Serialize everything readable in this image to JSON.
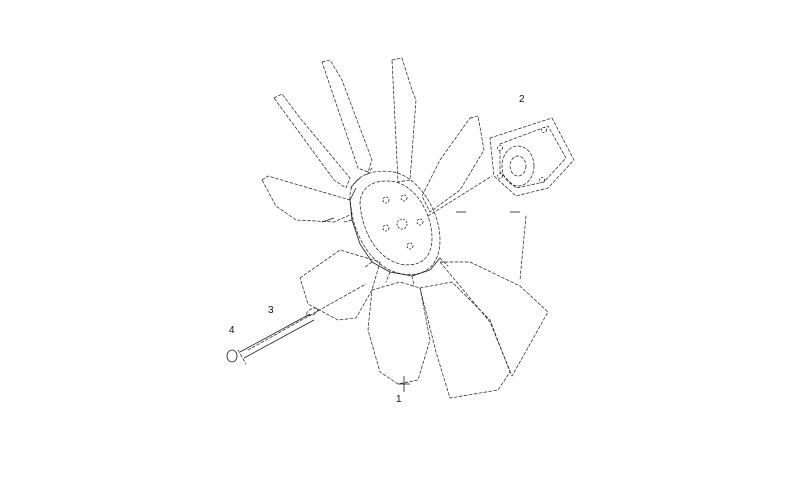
{
  "callouts": {
    "fan_assembly": "1",
    "fan_clutch": "2",
    "washer": "3",
    "bolt": "4"
  },
  "colors": {
    "line": "#1a1a1a",
    "background": "#ffffff"
  }
}
